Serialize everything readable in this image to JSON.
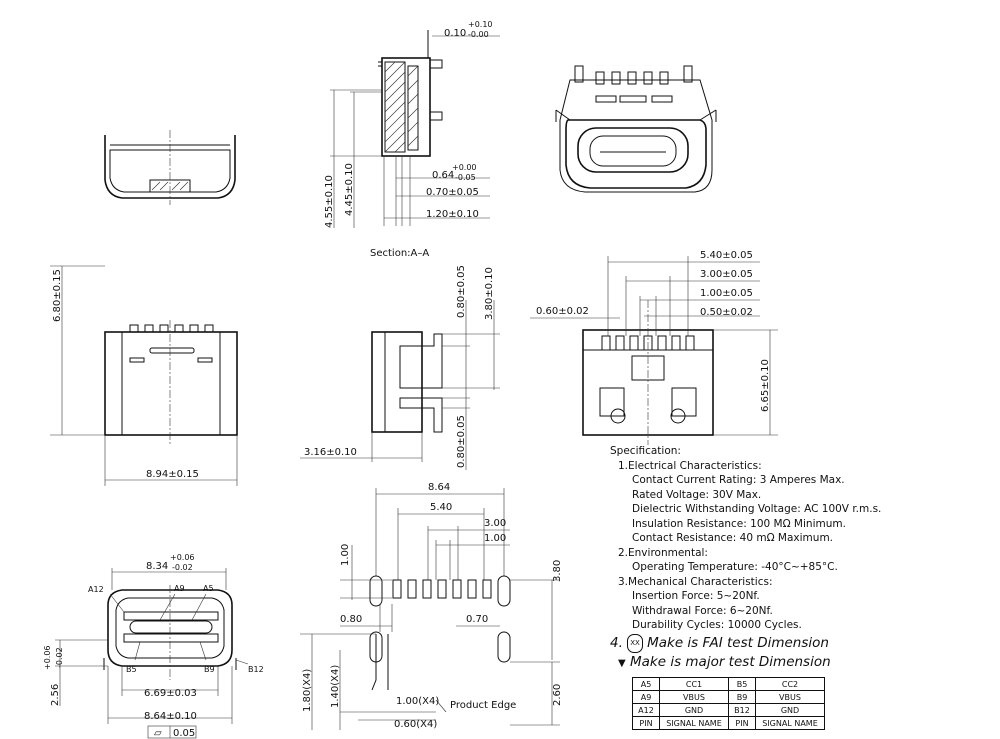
{
  "dimensions": {
    "top_tol_plus": "+0.10",
    "top_main": "0.10",
    "top_tol_minus": "-0.00",
    "sec_064_plus": "+0.00",
    "sec_064_main": "0.64",
    "sec_064_minus": "-0.05",
    "sec_070": "0.70±0.05",
    "sec_120": "1.20±0.10",
    "sec_455": "4.55±0.10",
    "sec_445": "4.45±0.10",
    "front_680": "6.80±0.15",
    "front_894": "8.94±0.15",
    "side_080a": "0.80±0.05",
    "side_380": "3.80±0.10",
    "side_080b": "0.80±0.05",
    "side_316": "3.16±0.10",
    "fp_540": "5.40±0.05",
    "fp_300": "3.00±0.05",
    "fp_100": "1.00±0.05",
    "fp_050": "0.50±0.02",
    "fp_060": "0.60±0.02",
    "fp_665": "6.65±0.10",
    "pcb_864": "8.64",
    "pcb_540": "5.40",
    "pcb_300": "3.00",
    "pcb_100a": "1.00",
    "pcb_100b": "1.00",
    "pcb_380": "3.80",
    "pcb_080": "0.80",
    "pcb_070": "0.70",
    "pcb_260": "2.60",
    "pcb_180": "1.80(X4)",
    "pcb_140": "1.40(X4)",
    "pcb_100x4": "1.00(X4)",
    "pcb_060x4": "0.60(X4)",
    "product_edge": "Product Edge",
    "mouth_plus": "+0.06",
    "mouth_main": "8.34",
    "mouth_minus": "-0.02",
    "mouth_669": "6.69±0.03",
    "mouth_864": "8.64±0.10",
    "mouth_256_plus": "+0.06",
    "mouth_256_main": "2.56",
    "mouth_256_minus": "-0.02",
    "flatness": "0.05"
  },
  "labels": {
    "section": "Section:A–A",
    "pin_a12": "A12",
    "pin_a9": "A9",
    "pin_a5": "A5",
    "pin_b5": "B5",
    "pin_b9": "B9",
    "pin_b12": "B12"
  },
  "spec": {
    "title": "Specification:",
    "s1": "1.Electrical Characteristics:",
    "s1a": "Contact Current Rating: 3 Amperes Max.",
    "s1b": "Rated Voltage:  30V Max.",
    "s1c": "Dielectric Withstanding Voltage: AC 100V r.m.s.",
    "s1d": "Insulation Resistance: 100 MΩ Minimum.",
    "s1e": "Contact Resistance: 40 mΩ Maximum.",
    "s2": "2.Environmental:",
    "s2a": "Operating Temperature: -40°C~+85°C.",
    "s3": "3.Mechanical Characteristics:",
    "s3a": "Insertion Force: 5~20Nf.",
    "s3b": "Withdrawal Force: 6~20Nf.",
    "s3c": "Durability Cycles: 10000 Cycles.",
    "note4_num": "4.",
    "note4_sym": "XX",
    "note4": "Make is FAI test Dimension",
    "note5_sym": "▼",
    "note5": "Make is major test Dimension"
  },
  "pin_table": [
    [
      "A5",
      "CC1",
      "B5",
      "CC2"
    ],
    [
      "A9",
      "VBUS",
      "B9",
      "VBUS"
    ],
    [
      "A12",
      "GND",
      "B12",
      "GND"
    ],
    [
      "PIN",
      "SIGNAL NAME",
      "PIN",
      "SIGNAL NAME"
    ]
  ]
}
